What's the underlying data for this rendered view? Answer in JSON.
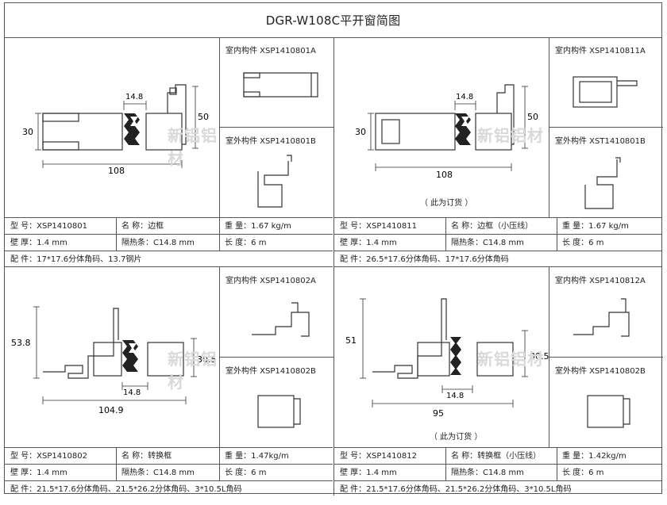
{
  "title": "DGR-W108C平开窗简图",
  "watermark": "新铝铝材",
  "sections": [
    {
      "dims": {
        "w": "108",
        "h": "30",
        "h2": "50",
        "gap": "14.8"
      },
      "part_a": "室内构件  XSP1410801A",
      "part_b": "室外构件  XSP1410801B",
      "note": "",
      "model": "型 号：XSP1410801",
      "name": "名 称：边框",
      "weight": "重 量：1.67 kg/m",
      "thickness": "壁 厚：1.4 mm",
      "strip": "隔热条：C14.8 mm",
      "length": "长 度：6 m",
      "fittings": "配 件：17*17.6分体角码、13.7钢片"
    },
    {
      "dims": {
        "w": "108",
        "h": "30",
        "h2": "50",
        "gap": "14.8"
      },
      "part_a": "室内构件  XSP1410811A",
      "part_b": "室外构件  XST1410801B",
      "note": "（ 此为订货 ）",
      "model": "型 号：XSP1410811",
      "name": "名 称：边框（小压线）",
      "weight": "重 量：1.67 kg/m",
      "thickness": "壁 厚：1.4 mm",
      "strip": "隔热条：C14.8 mm",
      "length": "长 度：6 m",
      "fittings": "配 件：26.5*17.6分体角码、17*17.6分体角码"
    },
    {
      "dims": {
        "w": "104.9",
        "h": "53.8",
        "h2": "30.5",
        "gap": "14.8"
      },
      "part_a": "室内构件  XSP1410802A",
      "part_b": "室外构件  XSP1410802B",
      "note": "",
      "model": "型 号：XSP1410802",
      "name": "名 称：转换框",
      "weight": "重 量：1.47kg/m",
      "thickness": "壁 厚：1.4 mm",
      "strip": "隔热条：C14.8 mm",
      "length": "长 度：6 m",
      "fittings": "配 件：21.5*17.6分体角码、21.5*26.2分体角码、3*10.5L角码"
    },
    {
      "dims": {
        "w": "95",
        "h": "51",
        "h2": "30.5",
        "gap": "14.8"
      },
      "part_a": "室内构件  XSP1410812A",
      "part_b": "室外构件  XSP1410802B",
      "note": "（ 此为订货 ）",
      "model": "型 号：XSP1410812",
      "name": "名 称：转换框（小压线）",
      "weight": "重 量：1.42kg/m",
      "thickness": "壁 厚：1.4 mm",
      "strip": "隔热条：C14.8 mm",
      "length": "长 度：6 m",
      "fittings": "配 件：21.5*17.6分体角码、21.5*26.2分体角码、3*10.5L角码"
    }
  ]
}
